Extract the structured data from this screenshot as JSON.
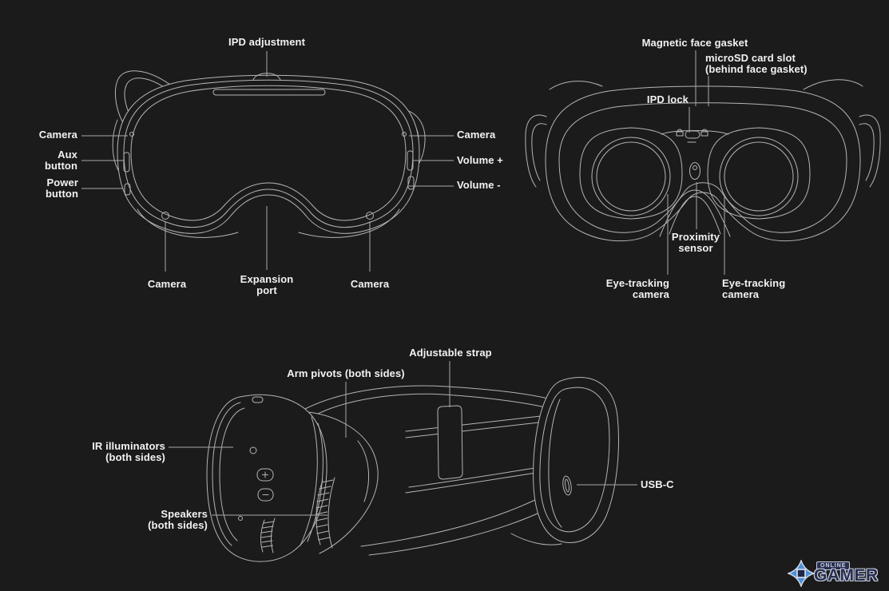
{
  "canvas": {
    "background": "#1b1b1b",
    "line_color": "#b4b4b4",
    "leader_color": "#a8a8a8",
    "label_color": "#f2f2f2"
  },
  "front_view": {
    "labels": {
      "ipd_adjustment": "IPD adjustment",
      "camera_left": "Camera",
      "aux_button": "Aux\nbutton",
      "power_button": "Power\nbutton",
      "camera_right": "Camera",
      "volume_plus": "Volume +",
      "volume_minus": "Volume -",
      "camera_bottom_left": "Camera",
      "expansion_port": "Expansion\nport",
      "camera_bottom_right": "Camera"
    }
  },
  "rear_view": {
    "labels": {
      "magnetic_face_gasket": "Magnetic face gasket",
      "microsd_card_slot": "microSD card slot\n(behind face gasket)",
      "ipd_lock": "IPD lock",
      "proximity_sensor": "Proximity\nsensor",
      "eye_tracking_camera_left": "Eye-tracking\ncamera",
      "eye_tracking_camera_right": "Eye-tracking\ncamera"
    }
  },
  "side_view": {
    "labels": {
      "adjustable_strap": "Adjustable strap",
      "arm_pivots": "Arm pivots (both sides)",
      "ir_illuminators": "IR illuminators\n(both sides)",
      "speakers": "Speakers\n(both sides)",
      "usb_c": "USB-C"
    }
  },
  "logo": {
    "badge": "ONLINE",
    "name": "GAMER",
    "icon": "shuriken-star-icon",
    "colors": {
      "icon_blue": "#4a90d9",
      "navy": "#272e52",
      "outline": "#c9cfdb"
    }
  }
}
